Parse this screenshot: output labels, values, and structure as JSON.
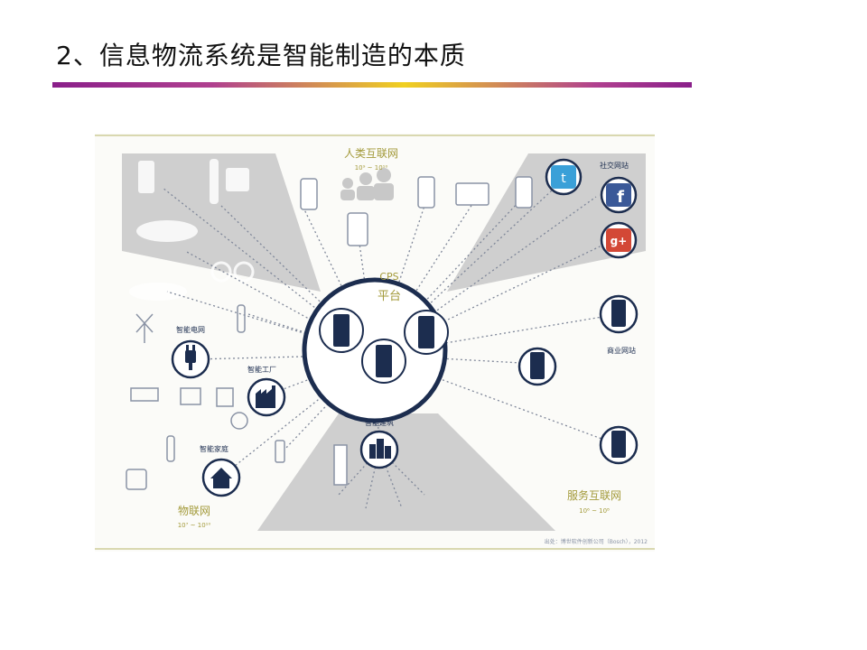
{
  "slide": {
    "title": "2、信息物流系统是智能制造的本质"
  },
  "diagram": {
    "center": {
      "label_top": "CPS",
      "label_bottom": "平台"
    },
    "regions": {
      "internet_of_people": {
        "label": "人类互联网",
        "scale": "10⁹ ~ 10¹⁰"
      },
      "internet_of_things": {
        "label": "物联网",
        "scale": "10⁷ ~ 10¹⁰"
      },
      "internet_of_services": {
        "label": "服务互联网",
        "scale": "10⁶ ~ 10⁸"
      }
    },
    "nodes": {
      "smart_grid": "智能电网",
      "smart_factory": "智能工厂",
      "smart_home": "智能家庭",
      "smart_building": "智能建筑",
      "social_network": "社交网站",
      "business_web": "商业网站"
    },
    "social_icons": [
      "t",
      "f",
      "g+"
    ],
    "source": "出处：博世软件创新公司（Bosch），2012",
    "colors": {
      "navy": "#1c2d4f",
      "gold": "#a39a3a",
      "gray_sector": "#cfcfcf",
      "dotted_line": "#7f8799"
    }
  }
}
